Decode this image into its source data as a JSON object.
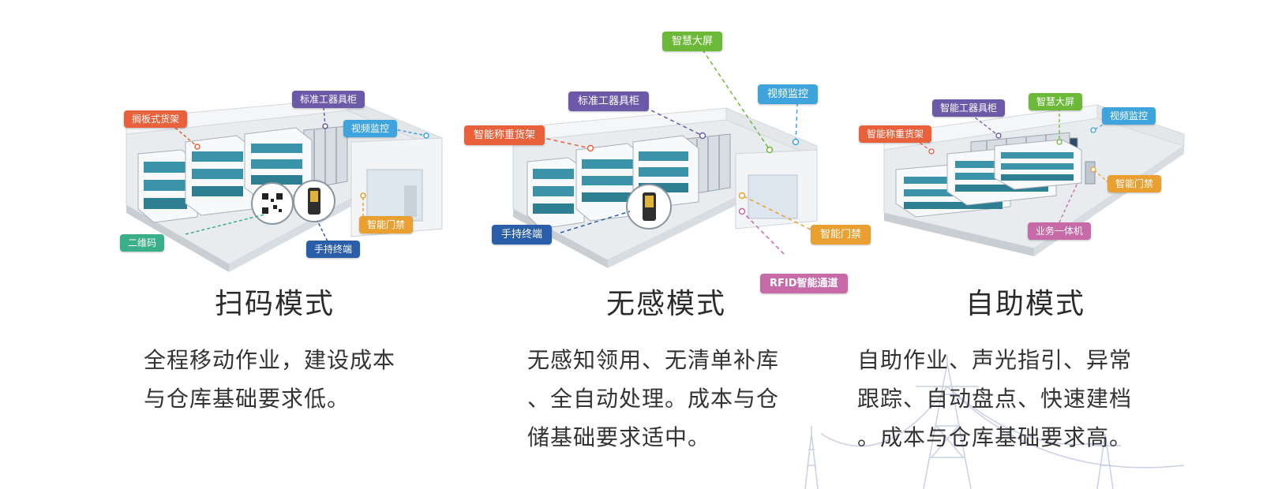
{
  "colors": {
    "orange_red": "#e8613a",
    "purple": "#6c5aa8",
    "sky_blue": "#3fa4dc",
    "teal": "#3aaf8a",
    "navy": "#2a5ea8",
    "orange": "#e9a030",
    "green": "#6cb93a",
    "magenta": "#c76aa8"
  },
  "panels": [
    {
      "title": "扫码模式",
      "labels": {
        "shelf": "搁板式货架",
        "cabinet": "标准工器具柜",
        "video": "视频监控",
        "qr": "二维码",
        "handheld": "手持终端",
        "door": "智能门禁"
      },
      "description": [
        "全程移动作业，建设成本",
        "与仓库基础要求低。"
      ]
    },
    {
      "title": "无感模式",
      "labels": {
        "screen": "智慧大屏",
        "cabinet": "标准工器具柜",
        "video": "视频监控",
        "scale_shelf": "智能称重货架",
        "handheld": "手持终端",
        "door": "智能门禁",
        "rfid": "RFID智能通道"
      },
      "description": [
        "无感知领用、无清单补库",
        "、全自动处理。成本与仓",
        "储基础要求适中。"
      ]
    },
    {
      "title": "自助模式",
      "labels": {
        "screen": "智慧大屏",
        "cabinet": "智能工器具柜",
        "video": "视频监控",
        "scale_shelf": "智能称重货架",
        "door": "智能门禁",
        "kiosk": "业务一体机"
      },
      "description": [
        "自助作业、声光指引、异常",
        "跟踪、自动盘点、快速建档",
        "。成本与仓库基础要求高。"
      ]
    }
  ]
}
